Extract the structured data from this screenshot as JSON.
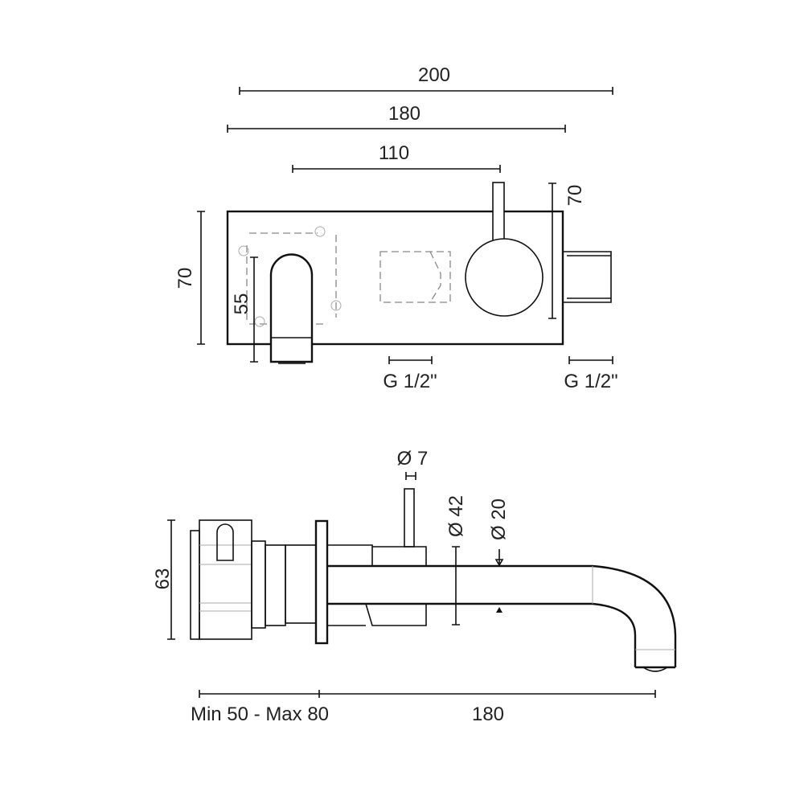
{
  "top_view": {
    "dim_overall": "200",
    "dim_plate_width": "180",
    "dim_center_distance": "110",
    "dim_plate_height": "70",
    "dim_lever_height": "70",
    "dim_spout_height": "55",
    "dim_inlet_left": "G 1/2\"",
    "dim_inlet_right": "G 1/2\""
  },
  "side_view": {
    "dim_lever_diameter": "Ø 7",
    "dim_handle_diameter": "Ø 42",
    "dim_spout_diameter": "Ø 20",
    "dim_body_height": "63",
    "dim_wall_depth": "Min 50 - Max 80",
    "dim_spout_projection": "180"
  }
}
